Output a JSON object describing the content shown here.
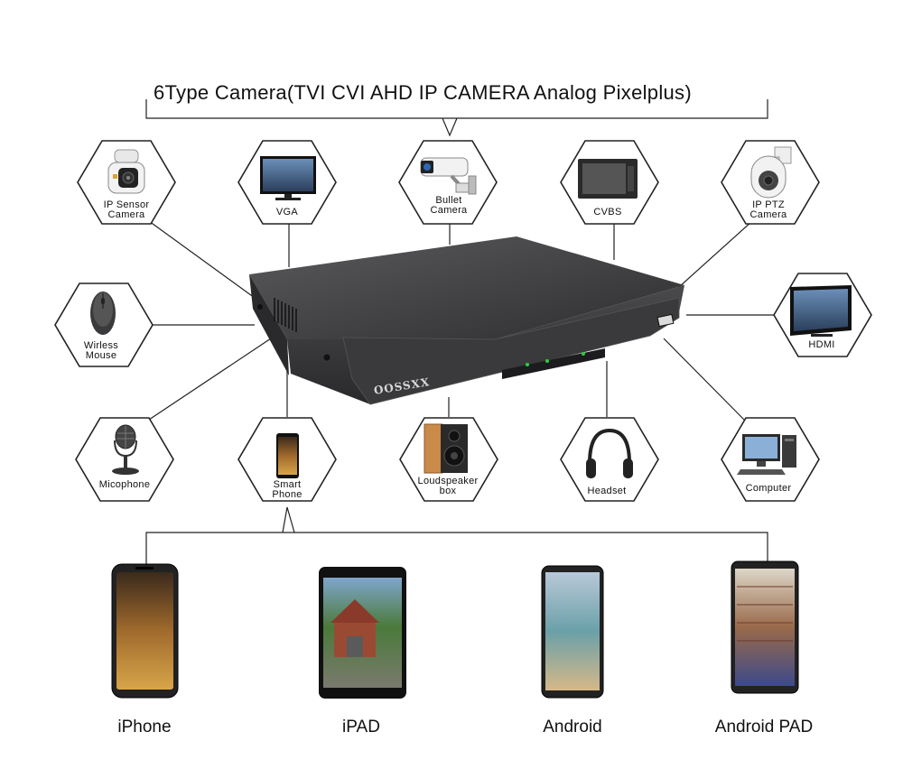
{
  "title": "6Type Camera(TVI  CVI  AHD  IP CAMERA Analog Pixelplus)",
  "brand": "OOSSXX",
  "devices": {
    "ip_sensor_camera": [
      "IP Sensor",
      "Camera"
    ],
    "vga": [
      "VGA"
    ],
    "bullet_camera": [
      "Bullet",
      "Camera"
    ],
    "cvbs": [
      "CVBS"
    ],
    "ip_ptz_camera": [
      "IP PTZ",
      "Camera"
    ],
    "wireless_mouse": [
      "Wirless",
      "Mouse"
    ],
    "hdmi": [
      "HDMI"
    ],
    "microphone": [
      "Micophone"
    ],
    "smart_phone": [
      "Smart",
      "Phone"
    ],
    "loudspeaker_box": [
      "Loudspeaker",
      "box"
    ],
    "headset": [
      "Headset"
    ],
    "computer": [
      "Computer"
    ]
  },
  "mobile_devices": [
    "iPhone",
    "iPAD",
    "Android",
    "Android PAD"
  ],
  "colors": {
    "line": "#222222",
    "device_body": "#3c3c3e",
    "led": "#2ecc40"
  }
}
